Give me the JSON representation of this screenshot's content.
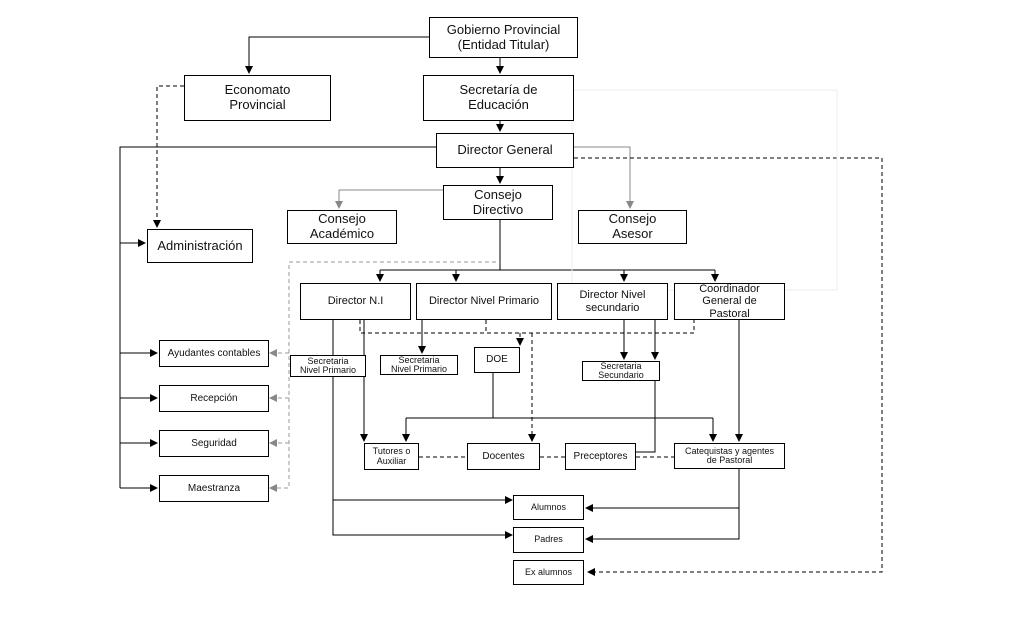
{
  "nodes": {
    "gobierno": "Gobierno Provincial\n(Entidad Titular)",
    "economato": "Economato\nProvincial",
    "secretaria_educacion": "Secretaría de\nEducación",
    "director_general": "Director General",
    "consejo_directivo": "Consejo\nDirectivo",
    "consejo_academico": "Consejo\nAcadémico",
    "consejo_asesor": "Consejo\nAsesor",
    "administracion": "Administración",
    "director_ni": "Director N.I",
    "director_nivel_primario": "Director Nivel Primario",
    "director_nivel_secundario": "Director Nivel\nsecundario",
    "coordinador_pastoral": "Coordinador\nGeneral de\nPastoral",
    "ayudantes_contables": "Ayudantes contables",
    "recepcion": "Recepción",
    "seguridad": "Seguridad",
    "maestranza": "Maestranza",
    "secretaria_ni": "Secretaria\nNivel Primario",
    "secretaria_primario": "Secretaria\nNivel Primario",
    "doe": "DOE",
    "secretaria_secundario": "Secretaria\nSecundario",
    "tutores": "Tutores o\nAuxiliar",
    "docentes": "Docentes",
    "preceptores": "Preceptores",
    "catequistas": "Catequistas y agentes\nde Pastoral",
    "alumnos": "Alumnos",
    "padres": "Padres",
    "ex_alumnos": "Ex alumnos"
  }
}
